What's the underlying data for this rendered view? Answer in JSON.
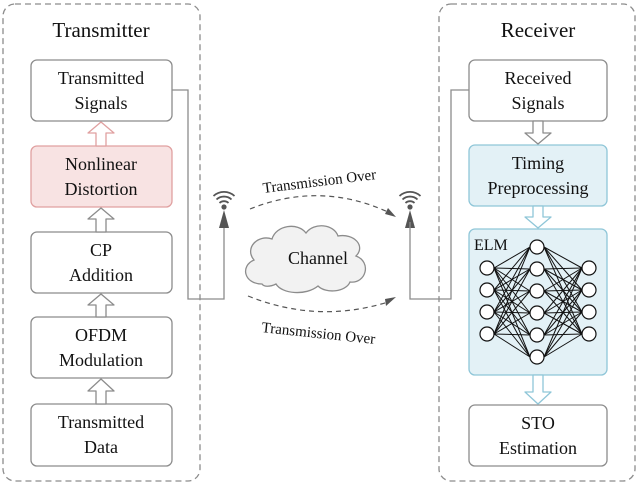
{
  "transmitter": {
    "title": "Transmitter",
    "blocks": {
      "transmitted_signals": [
        "Transmitted",
        "Signals"
      ],
      "nonlinear_distortion": [
        "Nonlinear",
        "Distortion"
      ],
      "cp_addition": [
        "CP",
        "Addition"
      ],
      "ofdm_modulation": [
        "OFDM",
        "Modulation"
      ],
      "transmitted_data": [
        "Transmitted",
        "Data"
      ]
    }
  },
  "channel": {
    "label": "Channel",
    "upper_arrow_label": "Transmission Over",
    "lower_arrow_label": "Transmission Over"
  },
  "receiver": {
    "title": "Receiver",
    "blocks": {
      "received_signals": [
        "Received",
        "Signals"
      ],
      "timing_preprocessing": [
        "Timing",
        "Preprocessing"
      ],
      "elm_label": "ELM",
      "sto_estimation": [
        "STO",
        "Estimation"
      ]
    }
  },
  "colors": {
    "distortion_fill": "#f8e3e3",
    "distortion_border": "#e0a0a0",
    "receiver_accent_fill": "#e3f1f6",
    "receiver_accent_border": "#8fc6d8",
    "box_border": "#8c8c8c",
    "panel_border": "#8c8c8c"
  },
  "icons": [
    "antenna-icon",
    "cloud-icon",
    "neural-network-icon"
  ]
}
